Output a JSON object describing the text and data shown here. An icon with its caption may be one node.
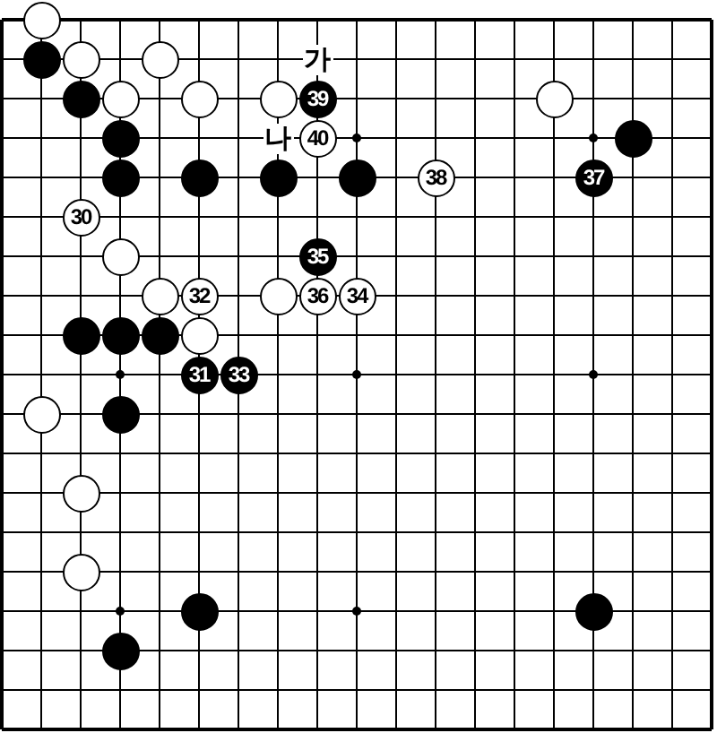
{
  "diagram": {
    "nodes": [
      {
        "text": [],
        "shape": "circle"
      },
      {
        "text": [],
        "shape": "circle"
      },
      {
        "text": [],
        "shape": "circle"
      },
      {
        "text": [],
        "shape": "circle"
      },
      {
        "text": [],
        "shape": "circle"
      },
      {
        "text": [],
        "shape": "circle"
      },
      {
        "text": [],
        "shape": "circle"
      },
      {
        "text": [],
        "shape": "circle"
      },
      {
        "text": [
          "39"
        ]
      },
      {
        "text": [],
        "shape": "circle"
      },
      {
        "text": [],
        "shape": "circle"
      },
      {
        "text": [
          "40"
        ]
      },
      {
        "text": [],
        "shape": "circle"
      },
      {
        "text": [],
        "shape": "circle"
      },
      {
        "text": [],
        "shape": "circle"
      },
      {
        "text": [],
        "shape": "circle"
      },
      {
        "text": [],
        "shape": "circle"
      },
      {
        "text": [
          "38"
        ]
      },
      {
        "text": [
          "37"
        ]
      },
      {
        "text": [
          "30"
        ]
      },
      {
        "text": [],
        "shape": "circle"
      },
      {
        "text": [
          "35"
        ]
      },
      {
        "text": [],
        "shape": "circle"
      },
      {
        "text": [
          "32"
        ]
      },
      {
        "text": [],
        "shape": "circle"
      },
      {
        "text": [
          "36"
        ]
      },
      {
        "text": [
          "34"
        ]
      },
      {
        "text": [],
        "shape": "circle"
      },
      {
        "text": [],
        "shape": "circle"
      },
      {
        "text": [],
        "shape": "circle"
      },
      {
        "text": [],
        "shape": "circle"
      },
      {
        "text": [
          "31"
        ]
      },
      {
        "text": [
          "33"
        ]
      },
      {
        "text": [],
        "shape": "circle"
      },
      {
        "text": [],
        "shape": "circle"
      },
      {
        "text": [],
        "shape": "circle"
      },
      {
        "text": [],
        "shape": "circle"
      },
      {
        "text": [],
        "shape": "circle"
      },
      {
        "text": [],
        "shape": "circle"
      },
      {
        "text": [],
        "shape": "circle"
      }
    ],
    "labels": [
      "가",
      "나"
    ]
  }
}
